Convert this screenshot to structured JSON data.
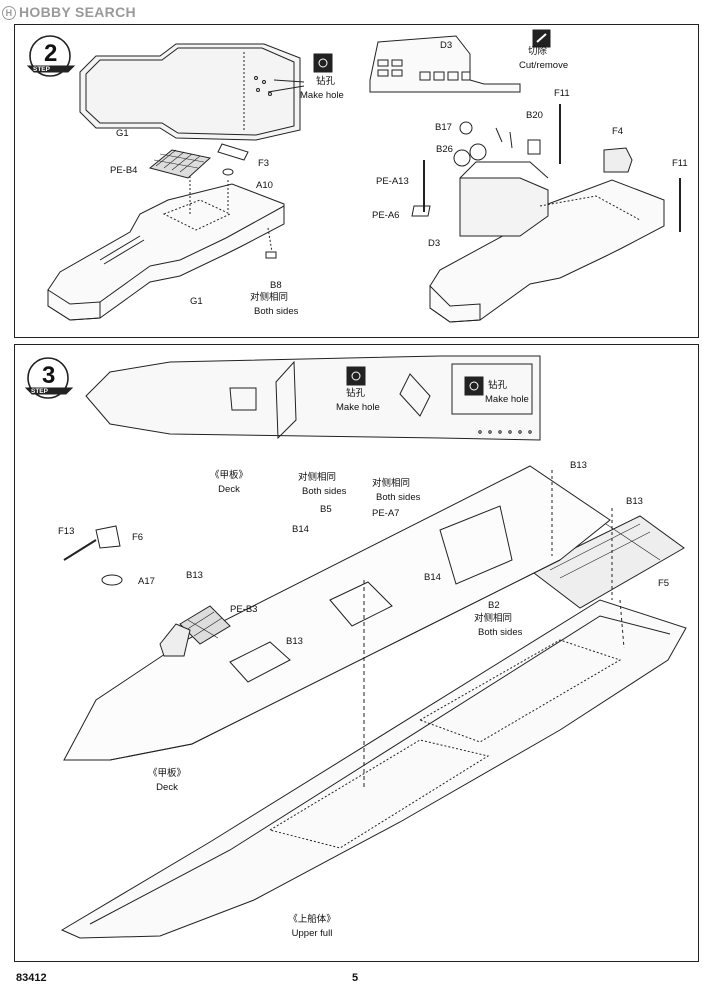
{
  "watermark": "HOBBY SEARCH",
  "watermark_mark": "H",
  "footer": {
    "code": "83412",
    "page": "5"
  },
  "step2": {
    "step_word": "STEP",
    "step_number": "2",
    "make_hole_cn": "钻孔",
    "make_hole_en": "Make hole",
    "cut_cn": "切除",
    "cut_en": "Cut/remove",
    "both_cn": "对侧相同",
    "both_en": "Both sides",
    "parts": {
      "g1_top": "G1",
      "g1_bottom": "G1",
      "pe_b4": "PE-B4",
      "f3": "F3",
      "a10": "A10",
      "b8": "B8",
      "d3_top": "D3",
      "d3_bottom": "D3",
      "f11_left": "F11",
      "f11_right": "F11",
      "b17": "B17",
      "b26": "B26",
      "b20": "B20",
      "f4": "F4",
      "pe_a13": "PE-A13",
      "pe_a6": "PE-A6"
    }
  },
  "step3": {
    "step_word": "STEP",
    "step_number": "3",
    "make_hole_cn": "钻孔",
    "make_hole_en": "Make hole",
    "deck_cn": "《甲板》",
    "deck_en": "Deck",
    "upper_cn": "《上船体》",
    "upper_en": "Upper full",
    "both_cn": "对侧相同",
    "both_en": "Both sides",
    "parts": {
      "b13_a": "B13",
      "b13_b": "B13",
      "b13_c": "B13",
      "b13_d": "B13",
      "b14_a": "B14",
      "b14_b": "B14",
      "b5": "B5",
      "pe_a7": "PE-A7",
      "b2": "B2",
      "f5": "F5",
      "f13": "F13",
      "f6": "F6",
      "a17": "A17",
      "pe_b3": "PE-B3"
    }
  }
}
